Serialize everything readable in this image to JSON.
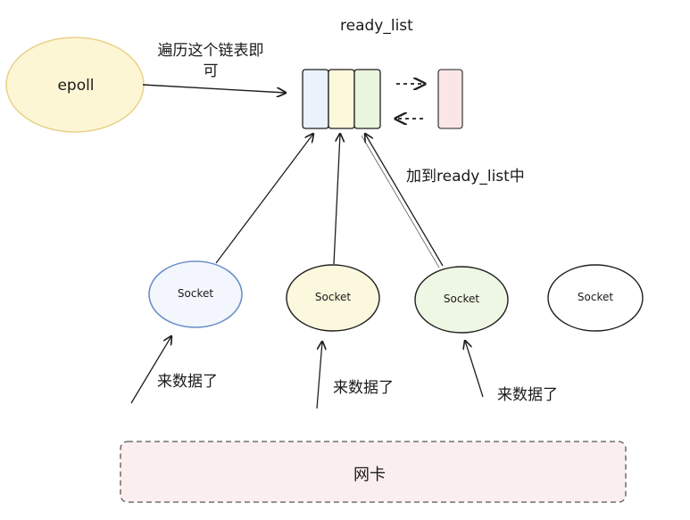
{
  "ready_list_label": "ready_list",
  "epoll": {
    "label": "epoll",
    "traverse_label": "遍历这个链表即可"
  },
  "add_to_ready_list_label": "加到ready_list中",
  "ready_list_slots": [
    {
      "fill": "#eaf2fb",
      "stroke": "#1f1f1f"
    },
    {
      "fill": "#fdf8dc",
      "stroke": "#1f1f1f"
    },
    {
      "fill": "#e9f5dc",
      "stroke": "#1f1f1f"
    },
    {
      "fill": "#fbe6e6",
      "stroke": "#1f1f1f"
    }
  ],
  "sockets": [
    {
      "label": "Socket",
      "fill": "#f3f7fd",
      "stroke": "#6b8fc8"
    },
    {
      "label": "Socket",
      "fill": "#fcf8dd",
      "stroke": "#1f1f1f"
    },
    {
      "label": "Socket",
      "fill": "#eef7e3",
      "stroke": "#1f1f1f"
    },
    {
      "label": "Socket",
      "fill": "#ffffff",
      "stroke": "#1f1f1f"
    }
  ],
  "data_arrived_labels": [
    "来数据了",
    "来数据了",
    "来数据了"
  ],
  "nic": {
    "label": "网卡",
    "fill": "#fbeeee",
    "stroke": "#555555"
  },
  "colors": {
    "epoll_fill": "#fdf6d5",
    "epoll_stroke": "#e8d28a",
    "line": "#1f1f1f"
  }
}
